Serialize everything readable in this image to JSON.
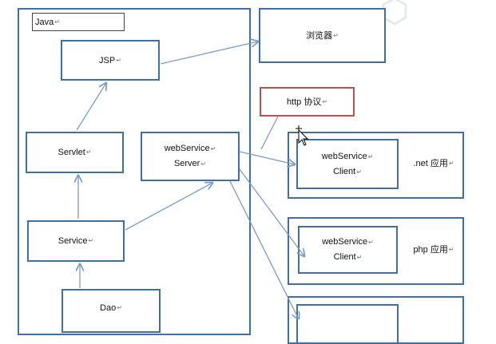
{
  "java": {
    "title": "Java",
    "jsp": "JSP",
    "servlet": "Servlet",
    "service": "Service",
    "dao": "Dao",
    "ws_server_line1": "webService",
    "ws_server_line2": "Server"
  },
  "browser": "浏览器",
  "http": "http 协议",
  "clients": [
    {
      "line1": "webService",
      "line2": "Client",
      "app": ".net 应用"
    },
    {
      "line1": "webService",
      "line2": "Client",
      "app": "php 应用"
    }
  ],
  "return_mark": "↵",
  "colors": {
    "box": "#3f6fa4",
    "http_box": "#c0504d",
    "arrow": "#7a9cc6"
  }
}
